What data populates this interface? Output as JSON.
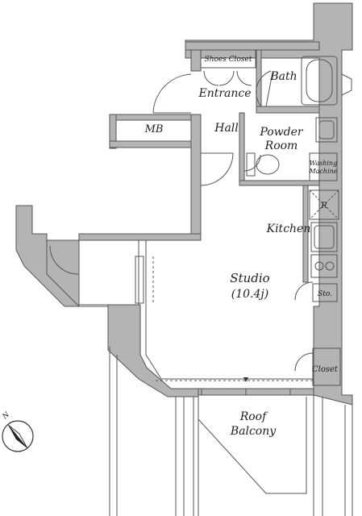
{
  "rooms": {
    "shoes_closet": "Shoes Closet",
    "bath": "Bath",
    "entrance": "Entrance",
    "mb": "MB",
    "hall": "Hall",
    "powder_room_line1": "Powder",
    "powder_room_line2": "Room",
    "washing_machine_line1": "Washing",
    "washing_machine_line2": "Machine",
    "refrigerator": "R",
    "kitchen": "Kitchen",
    "studio": "Studio",
    "studio_size": "(10.4j)",
    "storage": "Sto.",
    "closet": "Closet",
    "roof_balcony_line1": "Roof",
    "roof_balcony_line2": "Balcony"
  },
  "compass": {
    "label": "N"
  },
  "colors": {
    "wall_fill": "#b4b4b4",
    "wall_stroke": "#444444",
    "line": "#555555"
  }
}
